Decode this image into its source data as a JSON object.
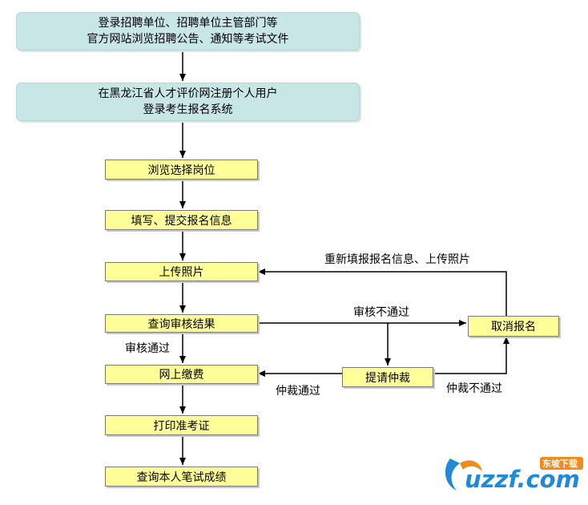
{
  "nodes": {
    "visit": [
      "登录招聘单位、招聘单位主管部门等",
      "官方网站浏览招聘公告、通知等考试文件"
    ],
    "register": [
      "在黑龙江省人才评价网注册个人用户",
      "登录考生报名系统"
    ],
    "browse": "浏览选择岗位",
    "fill": "填写、提交报名信息",
    "upload": "上传照片",
    "query": "查询审核结果",
    "pay": "网上缴费",
    "print": "打印准考证",
    "score": "查询本人笔试成绩",
    "arbitration": "提请仲裁",
    "cancel": "取消报名"
  },
  "labels": {
    "refill": "重新填报报名信息、上传照片",
    "review_fail": "审核不通过",
    "review_pass": "审核通过",
    "arb_pass": "仲裁通过",
    "arb_fail": "仲裁不通过"
  },
  "watermark": {
    "text": "uzzf.com",
    "tag": "东坡下载"
  },
  "colors": {
    "teal_box": "#c8e6e6",
    "yellow_box": "#ffff99",
    "line": "#000000",
    "logo_blue": "#1f8ad8",
    "logo_orange": "#f08c1e"
  }
}
